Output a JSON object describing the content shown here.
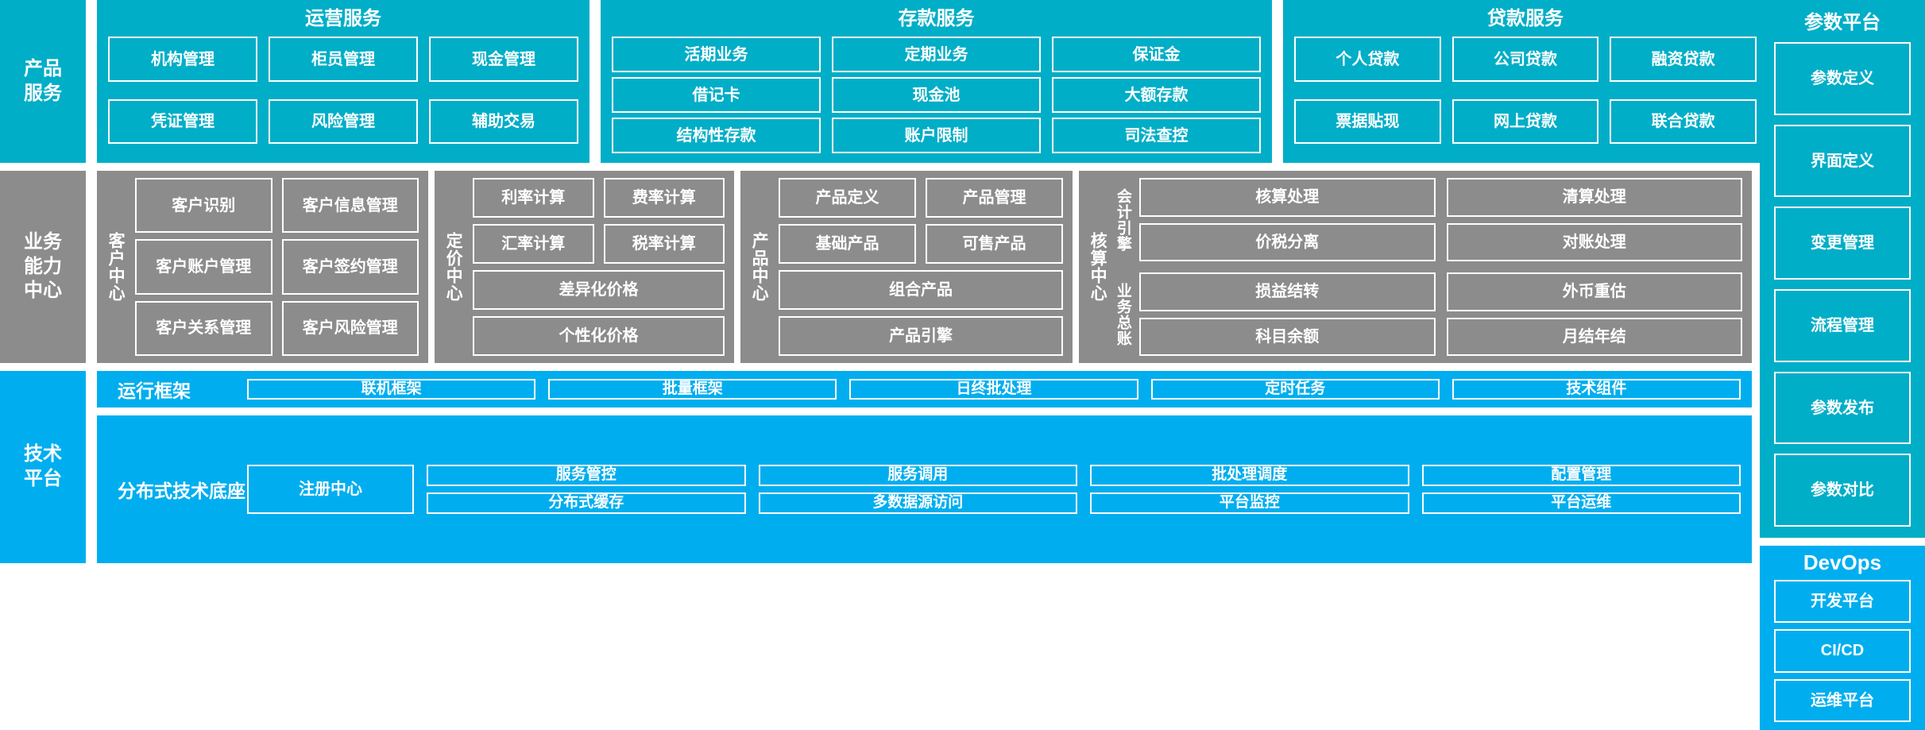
{
  "rows": {
    "product_services": {
      "label": "产品\n服务",
      "groups": [
        {
          "title": "运营服务",
          "rows": [
            [
              "机构管理",
              "柜员管理",
              "现金管理"
            ],
            [
              "凭证管理",
              "风险管理",
              "辅助交易"
            ]
          ]
        },
        {
          "title": "存款服务",
          "rows": [
            [
              "活期业务",
              "定期业务",
              "保证金"
            ],
            [
              "借记卡",
              "现金池",
              "大额存款"
            ],
            [
              "结构性存款",
              "账户限制",
              "司法查控"
            ]
          ]
        },
        {
          "title": "贷款服务",
          "rows": [
            [
              "个人贷款",
              "公司贷款",
              "融资贷款"
            ],
            [
              "票据贴现",
              "网上贷款",
              "联合贷款"
            ]
          ]
        }
      ]
    },
    "business_capability": {
      "label": "业务\n能力\n中心",
      "centers": [
        {
          "label": "客户中心",
          "rows": [
            [
              "客户识别",
              "客户信息管理"
            ],
            [
              "客户账户管理",
              "客户签约管理"
            ],
            [
              "客户关系管理",
              "客户风险管理"
            ]
          ]
        },
        {
          "label": "定价中心",
          "rows": [
            [
              "利率计算",
              "费率计算"
            ],
            [
              "汇率计算",
              "税率计算"
            ],
            [
              "差异化价格"
            ],
            [
              "个性化价格"
            ]
          ]
        },
        {
          "label": "产品中心",
          "rows": [
            [
              "产品定义",
              "产品管理"
            ],
            [
              "基础产品",
              "可售产品"
            ],
            [
              "组合产品"
            ],
            [
              "产品引擎"
            ]
          ]
        },
        {
          "label": "核算中心",
          "sub_groups": [
            {
              "label": "会计引擎",
              "rows": [
                [
                  "核算处理",
                  "清算处理"
                ],
                [
                  "价税分离",
                  "对账处理"
                ]
              ]
            },
            {
              "label": "业务总账",
              "rows": [
                [
                  "损益结转",
                  "外币重估"
                ],
                [
                  "科目余额",
                  "月结年结"
                ]
              ]
            }
          ]
        }
      ]
    },
    "technology_platform": {
      "label": "技术\n平台",
      "bands": [
        {
          "label": "运行框架",
          "columns": [
            [
              "联机框架"
            ],
            [
              "批量框架"
            ],
            [
              "日终批处理"
            ],
            [
              "定时任务"
            ],
            [
              "技术组件"
            ]
          ]
        },
        {
          "label": "分布式技术底座",
          "registry": "注册中心",
          "columns": [
            [
              "服务管控",
              "分布式缓存"
            ],
            [
              "服务调用",
              "多数据源访问"
            ],
            [
              "批处理调度",
              "平台监控"
            ],
            [
              "配置管理",
              "平台运维"
            ]
          ]
        }
      ]
    }
  },
  "right_column": {
    "parameter_platform": {
      "title": "参数平台",
      "items": [
        "参数定义",
        "界面定义",
        "变更管理",
        "流程管理",
        "参数发布",
        "参数对比"
      ]
    },
    "devops": {
      "title": "DevOps",
      "items": [
        "开发平台",
        "CI/CD",
        "运维平台"
      ]
    }
  },
  "colors": {
    "teal": "#00AEC7",
    "gray": "#8C8C8C",
    "blue": "#00AEEF",
    "border": "#FFFFFF"
  }
}
